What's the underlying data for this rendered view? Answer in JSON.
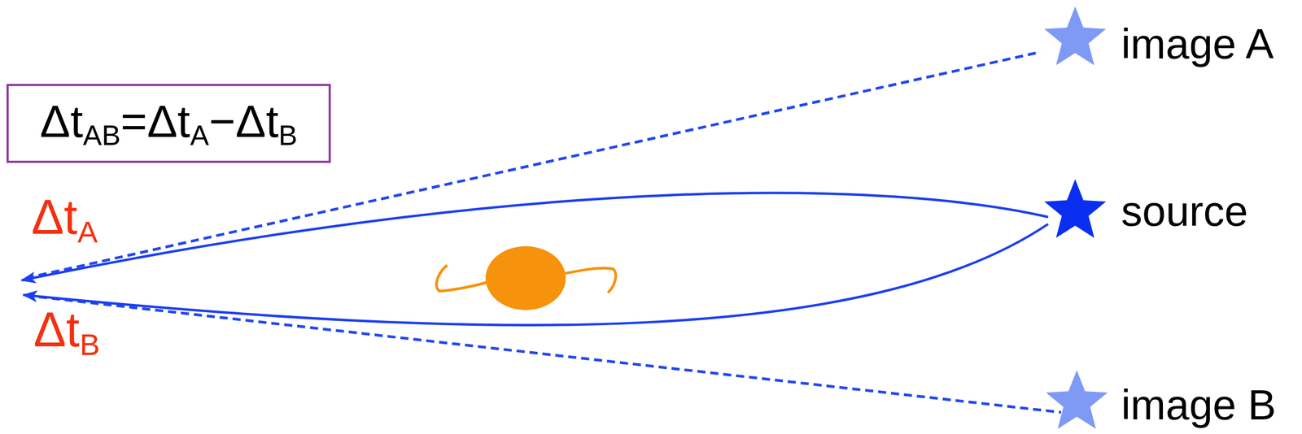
{
  "diagram": {
    "nodes": [
      {
        "text": [
          "ΔtAB=ΔtA−ΔtB"
        ]
      }
    ],
    "labels": [
      "ΔtA",
      "ΔtB",
      "image A",
      "source",
      "image B"
    ]
  }
}
